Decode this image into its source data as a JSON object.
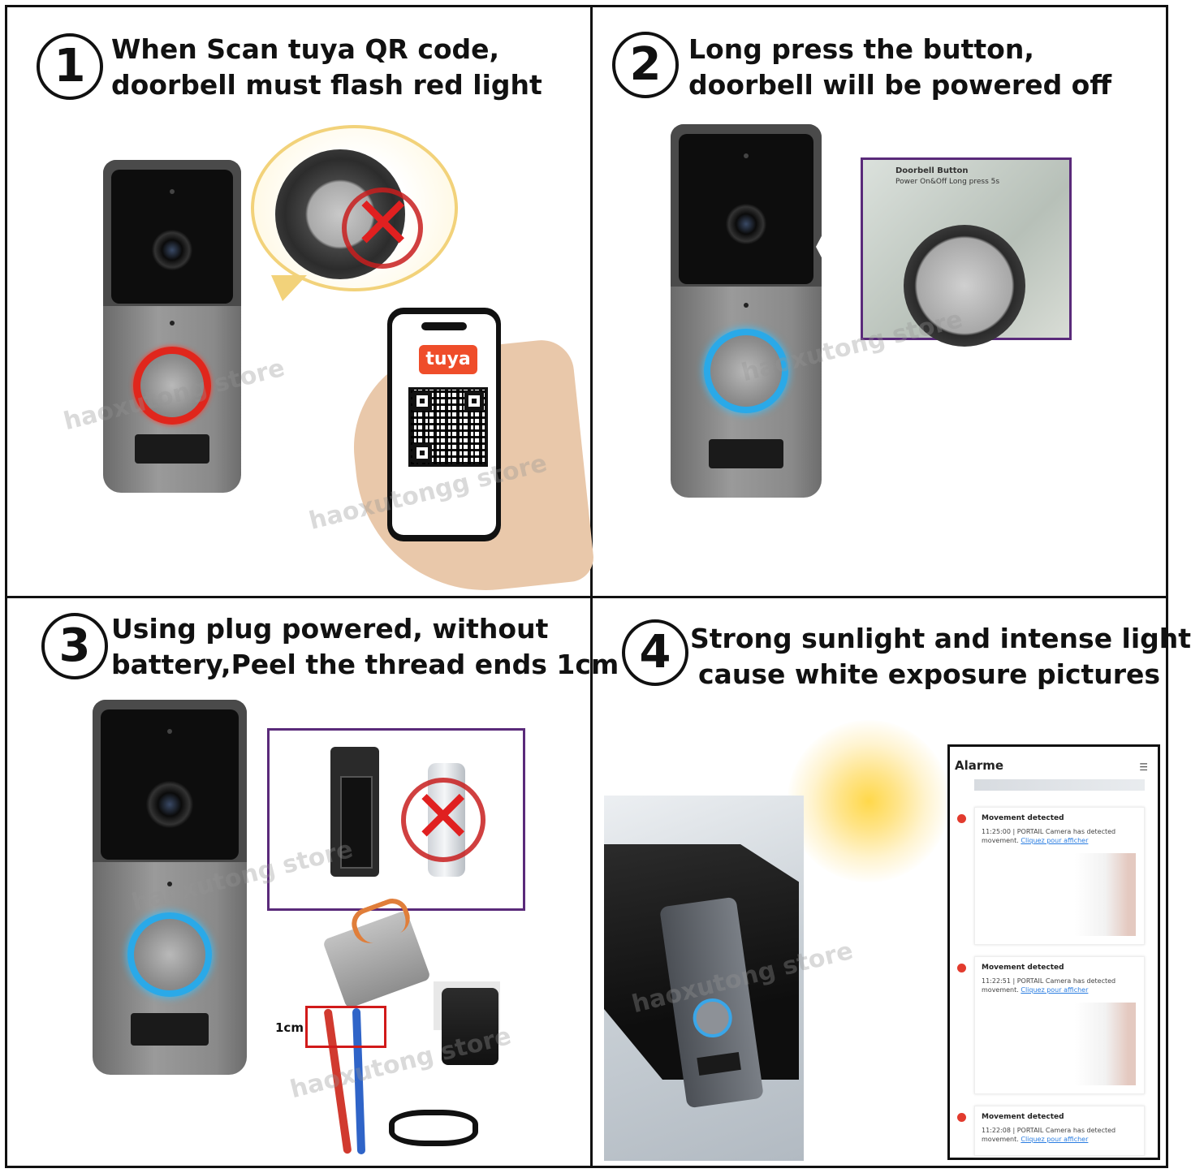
{
  "steps": [
    {
      "number": "1",
      "line1": "When Scan tuya QR code,",
      "line2": "doorbell must flash red light"
    },
    {
      "number": "2",
      "line1": "Long press the button,",
      "line2": "doorbell will be powered off"
    },
    {
      "number": "3",
      "line1": "Using plug powered, without",
      "line2": "battery,Peel the thread ends 1cm"
    },
    {
      "number": "4",
      "line1": "Strong sunlight and intense light",
      "line2": "cause white exposure pictures"
    }
  ],
  "watermark": "haoxutong store",
  "watermark_alt": "haoxutongg store",
  "phone": {
    "app_logo": "tuya"
  },
  "zoom_label": {
    "title": "Doorbell Button",
    "subtitle": "Power On&Off  Long press 5s"
  },
  "wire_label": "1cm",
  "app": {
    "title": "Alarme",
    "menu_icon": "menu-icon",
    "notifications": [
      {
        "title": "Movement detected",
        "line1": "11:25:00 | PORTAIL Camera  has detected",
        "line2_prefix": "movement.",
        "link": "Cliquez pour afficher"
      },
      {
        "title": "Movement detected",
        "line1": "11:22:51 | PORTAIL Camera  has detected",
        "line2_prefix": "movement.",
        "link": "Cliquez pour afficher"
      },
      {
        "title": "Movement detected",
        "line1": "11:22:08 | PORTAIL Camera  has detected",
        "line2_prefix": "movement.",
        "link": "Cliquez pour afficher"
      }
    ]
  },
  "colors": {
    "ring_red": "#e0261c",
    "ring_blue": "#2aa9e8",
    "frame_purple": "#5a2a7a",
    "alert_red": "#e23b2e",
    "tuya_orange": "#ef4d2a"
  }
}
